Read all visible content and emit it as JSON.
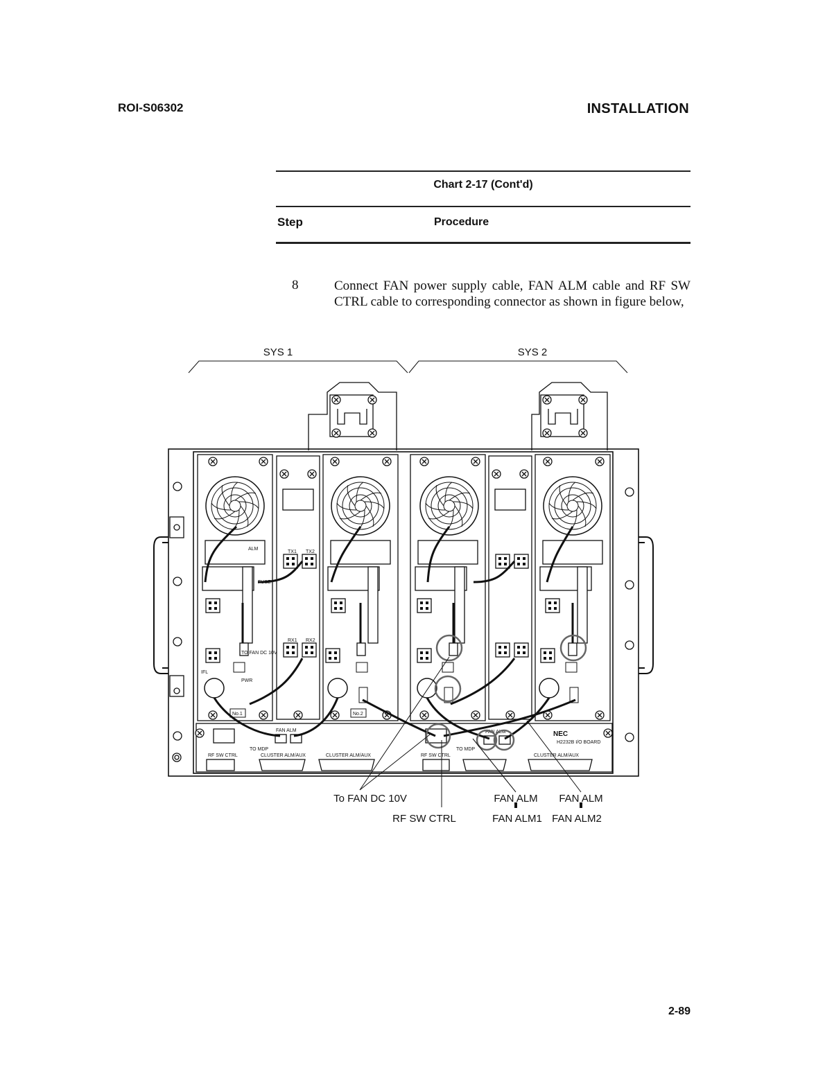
{
  "header": {
    "doc_id": "ROI-S06302",
    "section": "INSTALLATION"
  },
  "chart": {
    "title": "Chart 2-17  (Cont'd)",
    "col_step": "Step",
    "col_procedure": "Procedure"
  },
  "step": {
    "number": "8",
    "text": "Connect FAN power supply cable, FAN ALM cable and RF SW CTRL cable to corresponding connector as shown in figure below,"
  },
  "figure": {
    "sys1": "SYS 1",
    "sys2": "SYS 2",
    "callout_fan_dc": "To FAN DC 10V",
    "callout_rf_sw": "RF SW CTRL",
    "callout_fan_alm_a": "FAN ALM",
    "callout_fan_alm_b": "FAN ALM",
    "callout_fan_alm1": "FAN ALM1",
    "callout_fan_alm2": "FAN ALM2",
    "board_rf_sw_ctrl": "RF SW CTRL",
    "board_rf_sw_ctrl_2": "RF SW CTRL",
    "board_cluster_1": "CLUSTER ALM/AUX",
    "board_cluster_2": "CLUSTER ALM/AUX",
    "board_cluster_3": "CLUSTER ALM/AUX",
    "board_fan_alm_a": "FAN ALM",
    "board_fan_alm_b": "FAN ALM",
    "board_to_mdp_a": "TO MDP",
    "board_to_mdp_b": "TO MDP",
    "board_brand": "NEC",
    "board_model": "H2232B I/O BOARD",
    "unit_tx1": "TX1",
    "unit_tx2": "TX2",
    "unit_rx1": "RX1",
    "unit_rx2": "RX2",
    "unit_alm": "ALM",
    "unit_no1": "No.1",
    "unit_no2": "No.2",
    "unit_fan_dc": "TO FAN DC 10V",
    "unit_pwr": "PWR",
    "unit_ifl": "IFL",
    "unit_fuse": "FUSE"
  },
  "footer": {
    "page_number": "2-89"
  }
}
